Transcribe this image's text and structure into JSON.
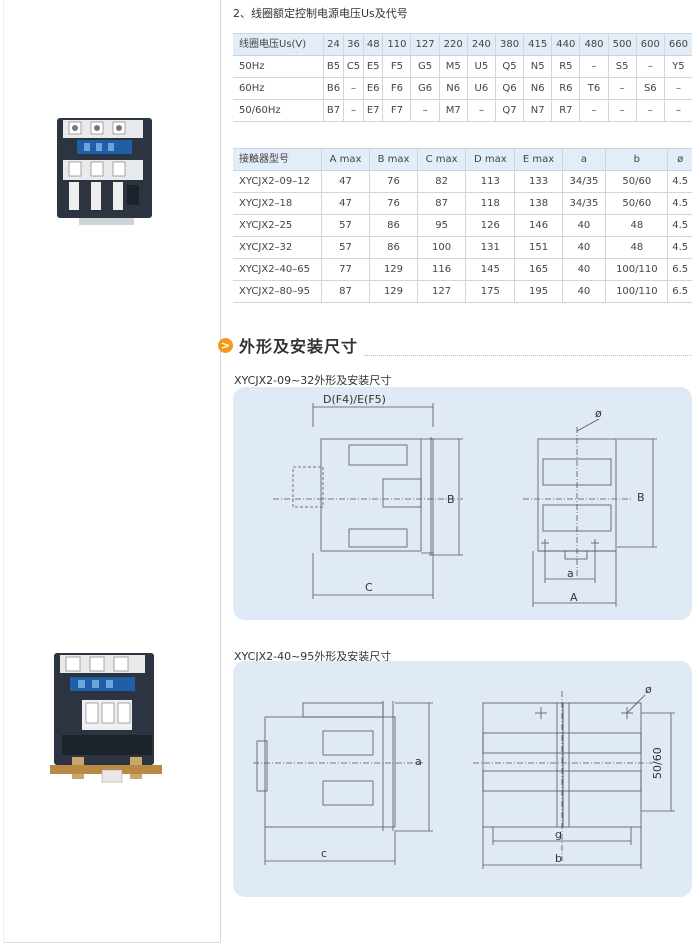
{
  "voltage_section": {
    "title": "2、线圈额定控制电源电压Us及代号",
    "header": [
      "线圈电压Us(V)",
      "24",
      "36",
      "48",
      "110",
      "127",
      "220",
      "240",
      "380",
      "415",
      "440",
      "480",
      "500",
      "600",
      "660"
    ],
    "rows": [
      [
        "50Hz",
        "B5",
        "C5",
        "E5",
        "F5",
        "G5",
        "M5",
        "U5",
        "Q5",
        "N5",
        "R5",
        "–",
        "S5",
        "–",
        "Y5"
      ],
      [
        "60Hz",
        "B6",
        "–",
        "E6",
        "F6",
        "G6",
        "N6",
        "U6",
        "Q6",
        "N6",
        "R6",
        "T6",
        "–",
        "S6",
        "–"
      ],
      [
        "50/60Hz",
        "B7",
        "–",
        "E7",
        "F7",
        "–",
        "M7",
        "–",
        "Q7",
        "N7",
        "R7",
        "–",
        "–",
        "–",
        "–"
      ]
    ]
  },
  "dimension_table": {
    "header": [
      "接触器型号",
      "A max",
      "B max",
      "C max",
      "D max",
      "E max",
      "a",
      "b",
      "ø"
    ],
    "rows": [
      [
        "XYCJX2–09–12",
        "47",
        "76",
        "82",
        "113",
        "133",
        "34/35",
        "50/60",
        "4.5"
      ],
      [
        "XYCJX2–18",
        "47",
        "76",
        "87",
        "118",
        "138",
        "34/35",
        "50/60",
        "4.5"
      ],
      [
        "XYCJX2–25",
        "57",
        "86",
        "95",
        "126",
        "146",
        "40",
        "48",
        "4.5"
      ],
      [
        "XYCJX2–32",
        "57",
        "86",
        "100",
        "131",
        "151",
        "40",
        "48",
        "4.5"
      ],
      [
        "XYCJX2–40–65",
        "77",
        "129",
        "116",
        "145",
        "165",
        "40",
        "100/110",
        "6.5"
      ],
      [
        "XYCJX2–80–95",
        "87",
        "129",
        "127",
        "175",
        "195",
        "40",
        "100/110",
        "6.5"
      ]
    ]
  },
  "section": {
    "badge": ">",
    "title": "外形及安装尺寸"
  },
  "diagram1": {
    "title": "XYCJX2-09~32外形及安装尺寸",
    "label_de": "D(F4)/E(F5)",
    "label_b_left": "B",
    "label_c": "C",
    "label_phi": "ø",
    "label_b_right": "B",
    "label_a_small": "a",
    "label_a_big": "A"
  },
  "diagram2": {
    "title": "XYCJX2-40~95外形及安装尺寸",
    "label_a": "a",
    "label_c": "c",
    "label_phi": "ø",
    "label_5060": "50/60",
    "label_g": "g",
    "label_b": "b"
  }
}
